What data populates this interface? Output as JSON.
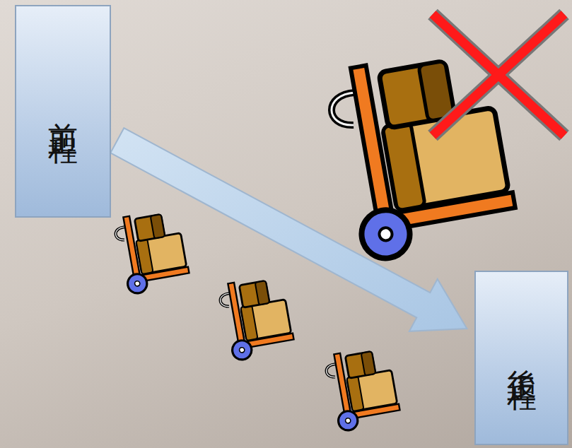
{
  "diagram": {
    "nodes": [
      {
        "text": [
          "前工程"
        ]
      },
      {
        "text": [
          "後工程"
        ]
      }
    ],
    "edges": [
      {
        "from": 0,
        "to": 1,
        "arrow": "to"
      }
    ]
  }
}
